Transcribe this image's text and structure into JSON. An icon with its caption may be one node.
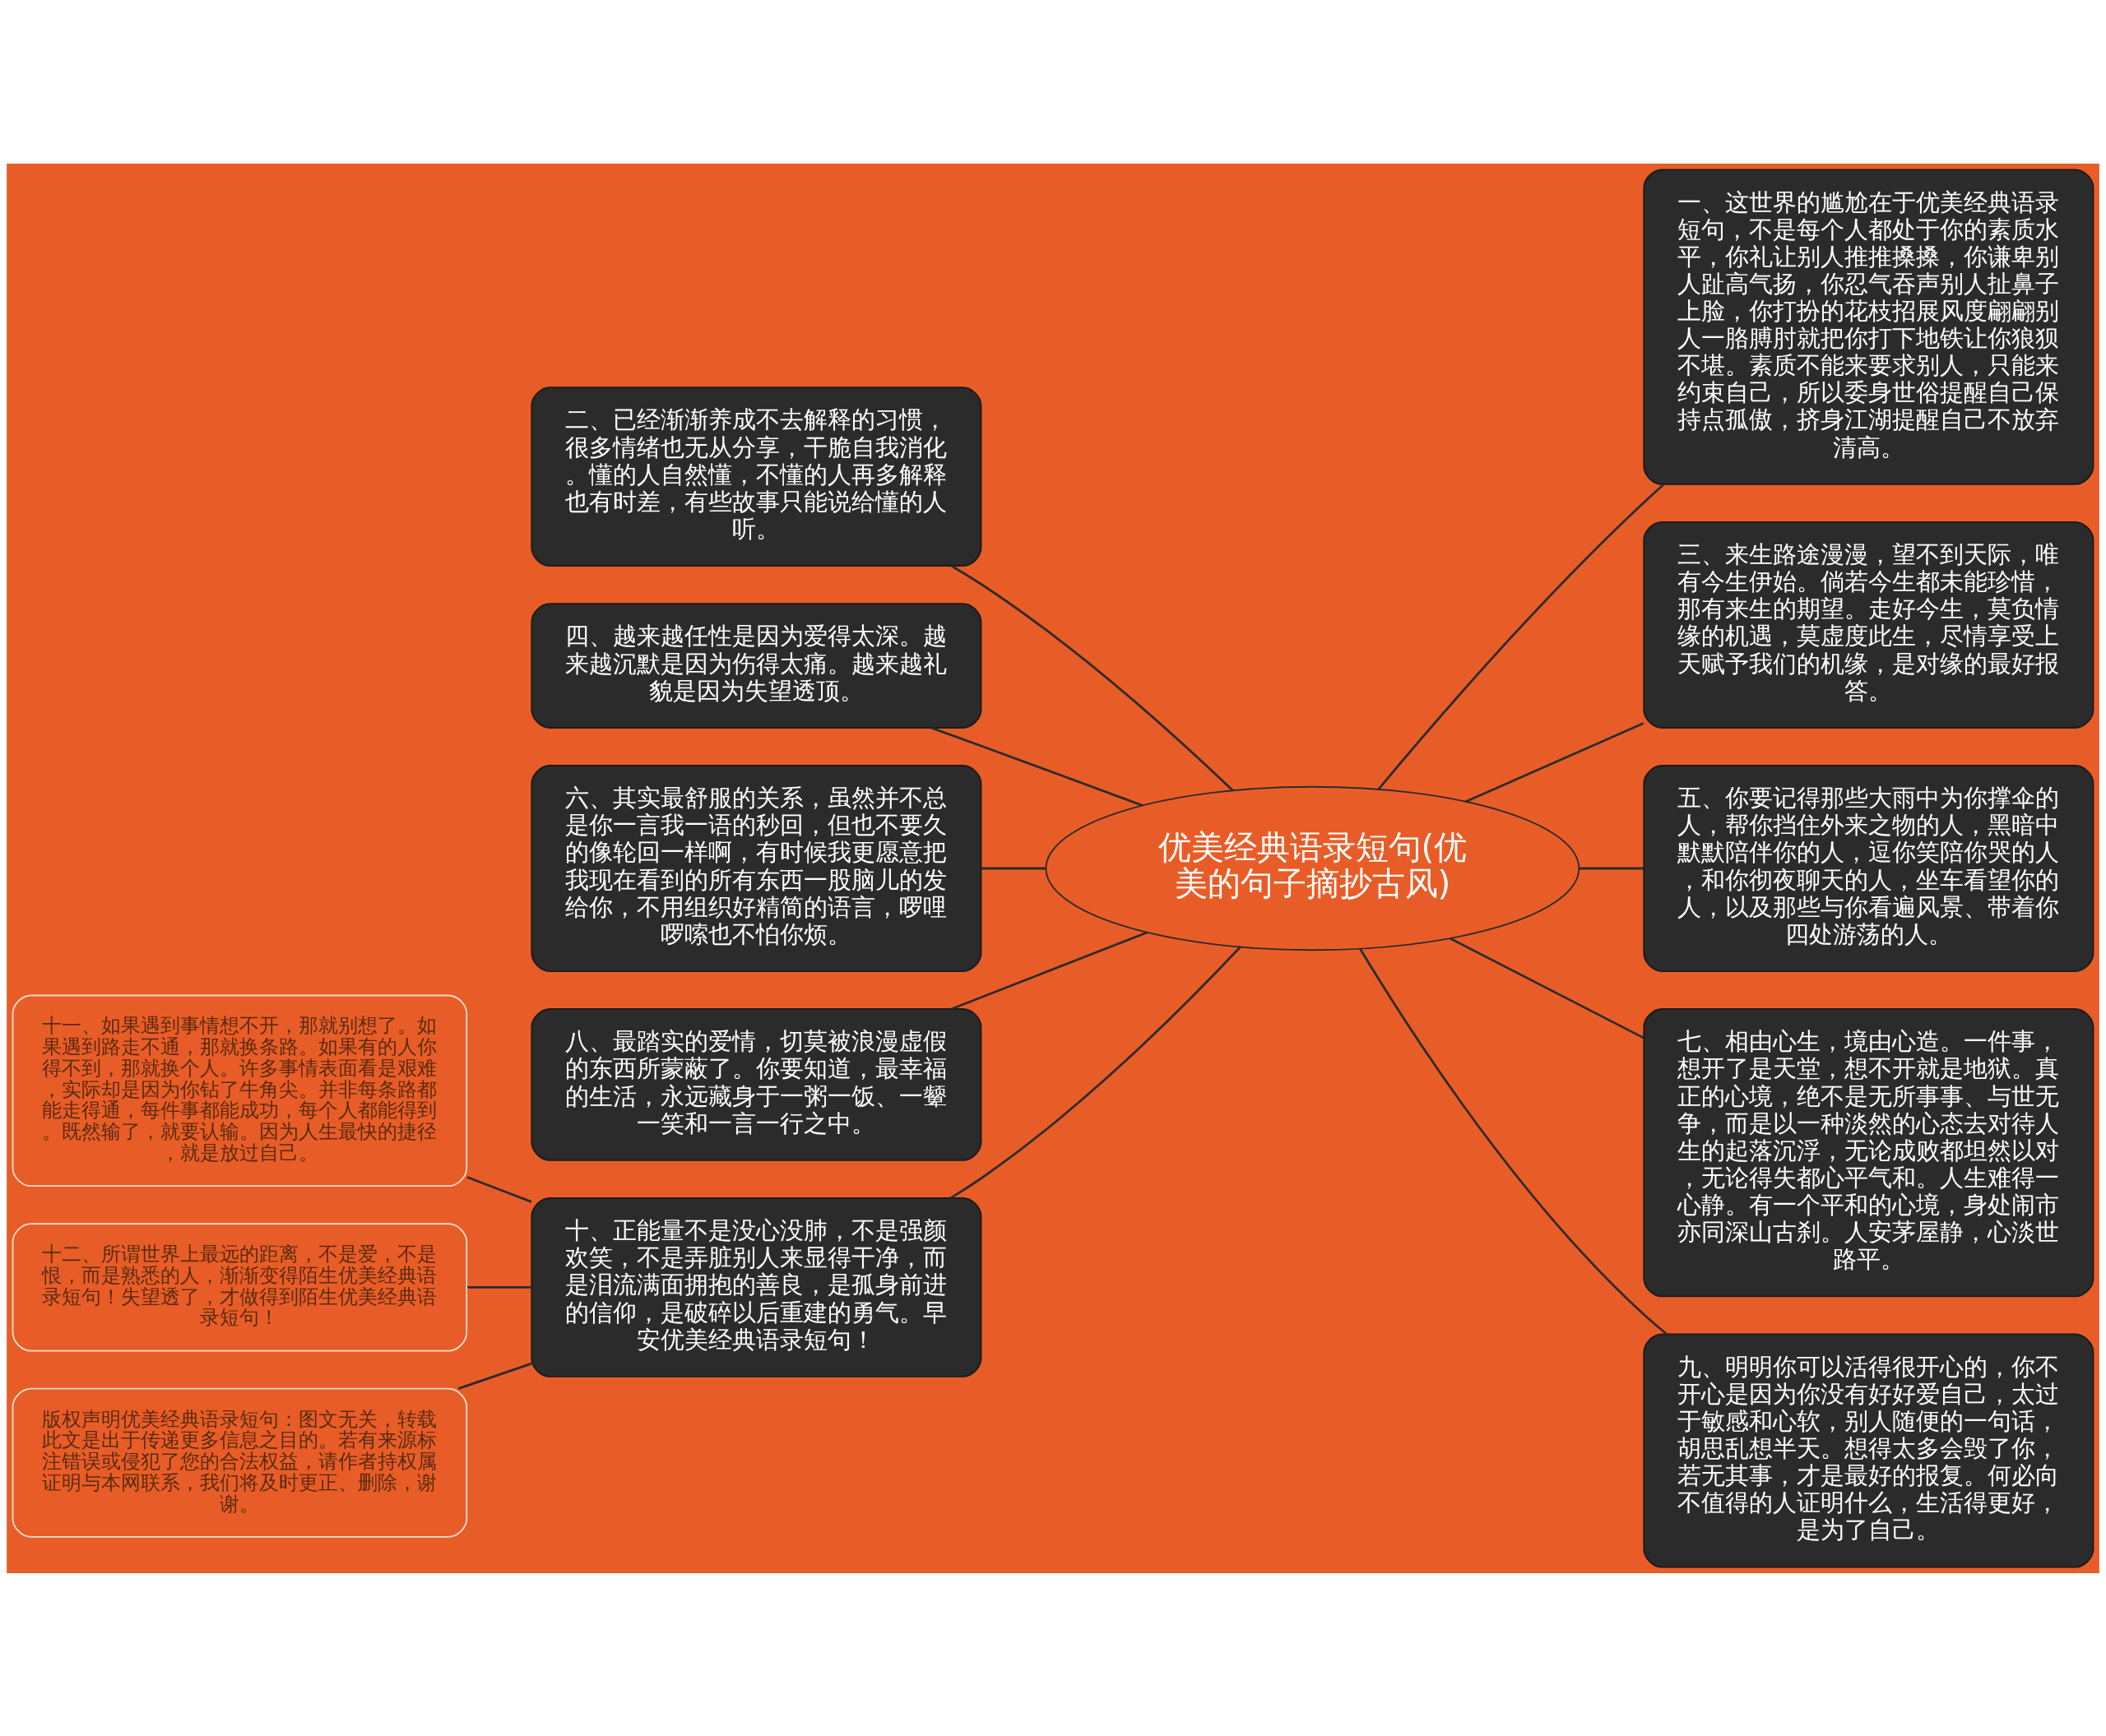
{
  "diagram": {
    "nodes": [
      {
        "text": [
          "优美经典语录短句(优美的句子摘抄古风)"
        ]
      },
      {
        "text": [
          "一、这世界的尴尬在于优美经典语录短句，不是每个人都处于你的素质水平，你礼让别人推推搡搡，你谦卑别人趾高气扬，你忍气吞声别人扯鼻子上脸，你打扮的花枝招展风度翩翩别人一胳膊肘就把你打下地铁让你狼狈不堪。素质不能来要求别人，只能来约束自己，所以委身世俗提醒自己保持点孤傲，挤身江湖提醒自己不放弃清高。"
        ]
      },
      {
        "text": [
          "二、已经渐渐养成不去解释的习惯，很多情绪也无从分享，干脆自我消化。懂的人自然懂，不懂的人再多解释也有时差，有些故事只能说给懂的人听。"
        ]
      },
      {
        "text": [
          "三、来生路途漫漫，望不到天际，唯有今生伊始。倘若今生都未能珍惜，那有来生的期望。走好今生，莫负情缘的机遇，莫虚度此生，尽情享受上天赋予我们的机缘，是对缘的最好报答。"
        ]
      },
      {
        "text": [
          "四、越来越任性是因为爱得太深。越来越沉默是因为伤得太痛。越来越礼貌是因为失望透顶。"
        ]
      },
      {
        "text": [
          "五、你要记得那些大雨中为你撑伞的人，帮你挡住外来之物的人，黑暗中默默陪伴你的人，逗你笑陪你哭的人，和你彻夜聊天的人，坐车看望你的人，以及那些与你看遍风景、带着你四处游荡的人。"
        ]
      },
      {
        "text": [
          "六、其实最舒服的关系，虽然并不总是你一言我一语的秒回，但也不要久的像轮回一样啊，有时候我更愿意把我现在看到的所有东西一股脑儿的发给你，不用组织好精简的语言，啰哩啰嗦也不怕你烦。"
        ]
      },
      {
        "text": [
          "七、相由心生，境由心造。一件事，想开了是天堂，想不开就是地狱。真正的心境，绝不是无所事事、与世无争，而是以一种淡然的心态去对待人生的起落沉浮，无论成败都坦然以对，无论得失都心平气和。人生难得一心静。有一个平和的心境，身处闹市亦同深山古刹。人安茅屋静，心淡世路平。"
        ]
      },
      {
        "text": [
          "八、最踏实的爱情，切莫被浪漫虚假的东西所蒙蔽了。你要知道，最幸福的生活，永远藏身于一粥一饭、一颦一笑和一言一行之中。"
        ]
      },
      {
        "text": [
          "九、明明你可以活得很开心的，你不开心是因为你没有好好爱自己，太过于敏感和心软，别人随便的一句话，胡思乱想半天。想得太多会毁了你，若无其事，才是最好的报复。何必向不值得的人证明什么，生活得更好，是为了自己。"
        ]
      },
      {
        "text": [
          "十、正能量不是没心没肺，不是强颜欢笑，不是弄脏别人来显得干净，而是泪流满面拥抱的善良，是孤身前进的信仰，是破碎以后重建的勇气。早安优美经典语录短句！"
        ]
      },
      {
        "text": [
          "十一、如果遇到事情想不开，那就别想了。如果遇到路走不通，那就换条路。如果有的人你得不到，那就换个人。许多事情表面看是艰难，实际却是因为你钻了牛角尖。并非每条路都能走得通，每件事都能成功，每个人都能得到。既然输了，就要认输。因为人生最快的捷径，就是放过自己。"
        ]
      },
      {
        "text": [
          "十二、所谓世界上最远的距离，不是爱，不是恨，而是熟悉的人，渐渐变得陌生优美经典语录短句！失望透了，才做得到陌生优美经典语录短句！"
        ]
      },
      {
        "text": [
          "版权声明优美经典语录短句：图文无关，转载此文是出于传递更多信息之目的。若有来源标注错误或侵犯了您的合法权益，请作者持权属证明与本网联系，我们将及时更正、删除，谢谢。"
        ]
      }
    ],
    "edges": [
      {
        "from": 0,
        "to": 1,
        "arrow": "none"
      },
      {
        "from": 0,
        "to": 2,
        "arrow": "none"
      },
      {
        "from": 0,
        "to": 3,
        "arrow": "none"
      },
      {
        "from": 0,
        "to": 4,
        "arrow": "none"
      },
      {
        "from": 0,
        "to": 5,
        "arrow": "none"
      },
      {
        "from": 0,
        "to": 6,
        "arrow": "none"
      },
      {
        "from": 0,
        "to": 7,
        "arrow": "none"
      },
      {
        "from": 0,
        "to": 8,
        "arrow": "none"
      },
      {
        "from": 0,
        "to": 9,
        "arrow": "none"
      },
      {
        "from": 0,
        "to": 10,
        "arrow": "none"
      },
      {
        "from": 10,
        "to": 11,
        "arrow": "none"
      },
      {
        "from": 10,
        "to": 12,
        "arrow": "none"
      },
      {
        "from": 10,
        "to": 13,
        "arrow": "none"
      }
    ]
  }
}
